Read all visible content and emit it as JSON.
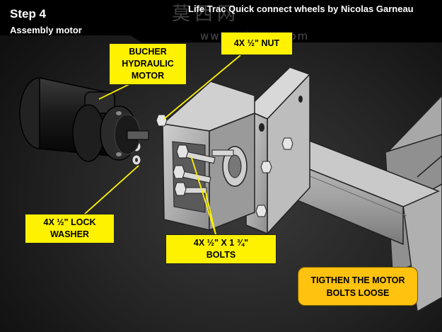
{
  "header": {
    "step_title": "Step 4",
    "step_subtitle": "Assembly motor",
    "document_title": "Life Trac Quick connect wheels by Nicolas Garneau"
  },
  "watermark": {
    "cn": "莫西网",
    "url": "www.3dmox.com"
  },
  "callouts": {
    "motor": [
      "BUCHER",
      "HYDRAULIC",
      "MOTOR"
    ],
    "nut": [
      "4X ½\" NUT"
    ],
    "lock_washer": [
      "4X ½\" LOCK",
      "WASHER"
    ],
    "bolts": [
      "4X ½\" X 1 ¾\"",
      "BOLTS"
    ]
  },
  "note": {
    "lines": [
      "TIGTHEN THE MOTOR",
      "BOLTS LOOSE"
    ]
  },
  "colors": {
    "callout_fill": "#fff200",
    "note_fill": "#ffc20e",
    "leader_line": "#fff200"
  }
}
